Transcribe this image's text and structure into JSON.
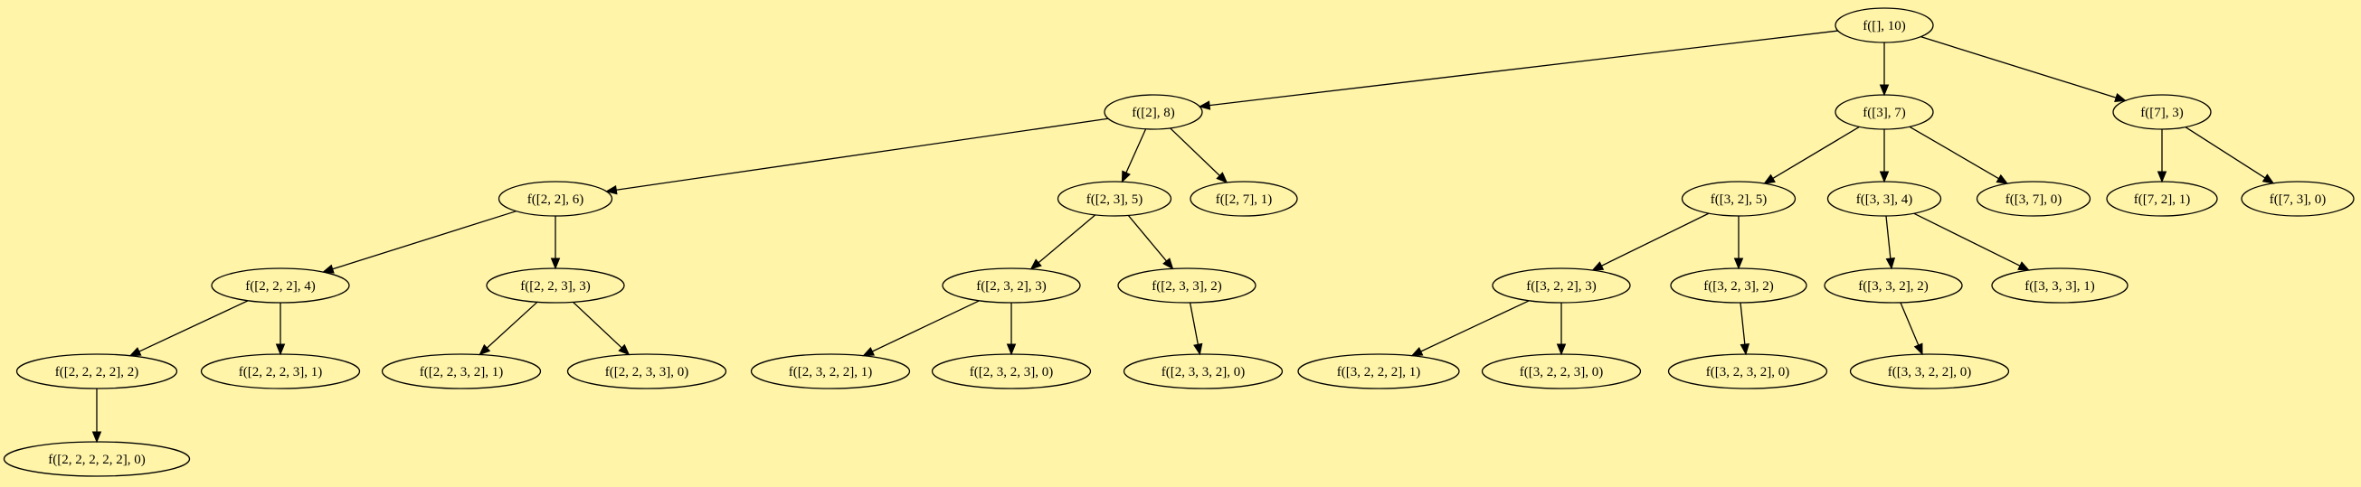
{
  "colors": {
    "background": "#fff4a8",
    "stroke": "#000000",
    "text": "#000000"
  },
  "nodes": [
    {
      "id": "n0",
      "label": "f([], 10)"
    },
    {
      "id": "n1",
      "label": "f([2], 8)"
    },
    {
      "id": "n2",
      "label": "f([3], 7)"
    },
    {
      "id": "n3",
      "label": "f([7], 3)"
    },
    {
      "id": "n4",
      "label": "f([2, 2], 6)"
    },
    {
      "id": "n5",
      "label": "f([2, 3], 5)"
    },
    {
      "id": "n6",
      "label": "f([2, 7], 1)"
    },
    {
      "id": "n7",
      "label": "f([3, 2], 5)"
    },
    {
      "id": "n8",
      "label": "f([3, 3], 4)"
    },
    {
      "id": "n9",
      "label": "f([3, 7], 0)"
    },
    {
      "id": "n10",
      "label": "f([7, 2], 1)"
    },
    {
      "id": "n11",
      "label": "f([7, 3], 0)"
    },
    {
      "id": "n12",
      "label": "f([2, 2, 2], 4)"
    },
    {
      "id": "n13",
      "label": "f([2, 2, 3], 3)"
    },
    {
      "id": "n14",
      "label": "f([2, 3, 2], 3)"
    },
    {
      "id": "n15",
      "label": "f([2, 3, 3], 2)"
    },
    {
      "id": "n16",
      "label": "f([3, 2, 2], 3)"
    },
    {
      "id": "n17",
      "label": "f([3, 2, 3], 2)"
    },
    {
      "id": "n18",
      "label": "f([3, 3, 2], 2)"
    },
    {
      "id": "n19",
      "label": "f([3, 3, 3], 1)"
    },
    {
      "id": "n20",
      "label": "f([2, 2, 2, 2], 2)"
    },
    {
      "id": "n21",
      "label": "f([2, 2, 2, 3], 1)"
    },
    {
      "id": "n22",
      "label": "f([2, 2, 3, 2], 1)"
    },
    {
      "id": "n23",
      "label": "f([2, 2, 3, 3], 0)"
    },
    {
      "id": "n24",
      "label": "f([2, 3, 2, 2], 1)"
    },
    {
      "id": "n25",
      "label": "f([2, 3, 2, 3], 0)"
    },
    {
      "id": "n26",
      "label": "f([2, 3, 3, 2], 0)"
    },
    {
      "id": "n27",
      "label": "f([3, 2, 2, 2], 1)"
    },
    {
      "id": "n28",
      "label": "f([3, 2, 2, 3], 0)"
    },
    {
      "id": "n29",
      "label": "f([3, 2, 3, 2], 0)"
    },
    {
      "id": "n30",
      "label": "f([3, 3, 2, 2], 0)"
    },
    {
      "id": "n31",
      "label": "f([2, 2, 2, 2, 2], 0)"
    }
  ],
  "edges": [
    [
      "n0",
      "n1"
    ],
    [
      "n0",
      "n2"
    ],
    [
      "n0",
      "n3"
    ],
    [
      "n1",
      "n4"
    ],
    [
      "n1",
      "n5"
    ],
    [
      "n1",
      "n6"
    ],
    [
      "n2",
      "n7"
    ],
    [
      "n2",
      "n8"
    ],
    [
      "n2",
      "n9"
    ],
    [
      "n3",
      "n10"
    ],
    [
      "n3",
      "n11"
    ],
    [
      "n4",
      "n12"
    ],
    [
      "n4",
      "n13"
    ],
    [
      "n5",
      "n14"
    ],
    [
      "n5",
      "n15"
    ],
    [
      "n7",
      "n16"
    ],
    [
      "n7",
      "n17"
    ],
    [
      "n8",
      "n18"
    ],
    [
      "n8",
      "n19"
    ],
    [
      "n12",
      "n20"
    ],
    [
      "n12",
      "n21"
    ],
    [
      "n13",
      "n22"
    ],
    [
      "n13",
      "n23"
    ],
    [
      "n14",
      "n24"
    ],
    [
      "n14",
      "n25"
    ],
    [
      "n15",
      "n26"
    ],
    [
      "n16",
      "n27"
    ],
    [
      "n16",
      "n28"
    ],
    [
      "n17",
      "n29"
    ],
    [
      "n18",
      "n30"
    ],
    [
      "n20",
      "n31"
    ]
  ]
}
